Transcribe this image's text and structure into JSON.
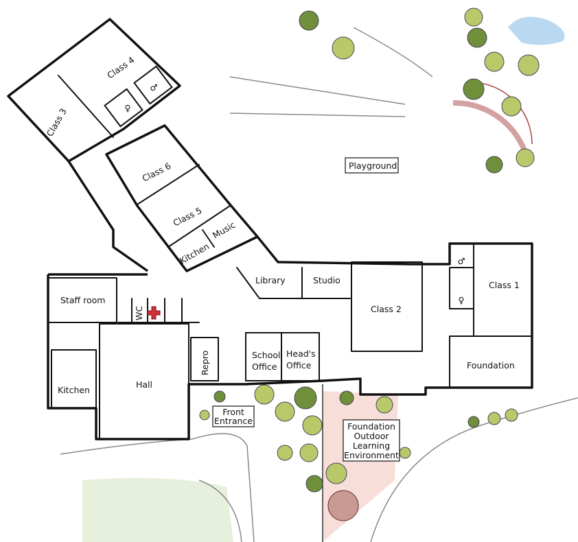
{
  "map": {
    "rooms": {
      "class4": "Class 4",
      "class3": "Class 3",
      "class6": "Class 6",
      "class5": "Class 5",
      "kitchen_wing": "Kitchen",
      "music": "Music",
      "library": "Library",
      "studio": "Studio",
      "class2": "Class 2",
      "class1": "Class 1",
      "foundation": "Foundation",
      "staff_room": "Staff room",
      "wc": "WC",
      "kitchen": "Kitchen",
      "hall": "Hall",
      "repro": "Repro",
      "school_office": [
        "School",
        "Office"
      ],
      "heads_office": [
        "Head's",
        "Office"
      ]
    },
    "areas": {
      "playground": "Playground",
      "front_entrance": [
        "Front",
        "Entrance"
      ],
      "outdoor_learning": [
        "Foundation",
        "Outdoor",
        "Learning",
        "Environment"
      ]
    },
    "icons": [
      "male-toilet-icon",
      "female-toilet-icon",
      "first-aid-cross-icon",
      "tree-icon"
    ],
    "colors": {
      "tree": "#b9c96a",
      "tree_dark": "#6f8f3a",
      "first_aid": "#d0303a",
      "grass": "#cfe3c0",
      "outdoor_floor": "#f1c8bf",
      "pond": "#9cc8e8"
    }
  }
}
